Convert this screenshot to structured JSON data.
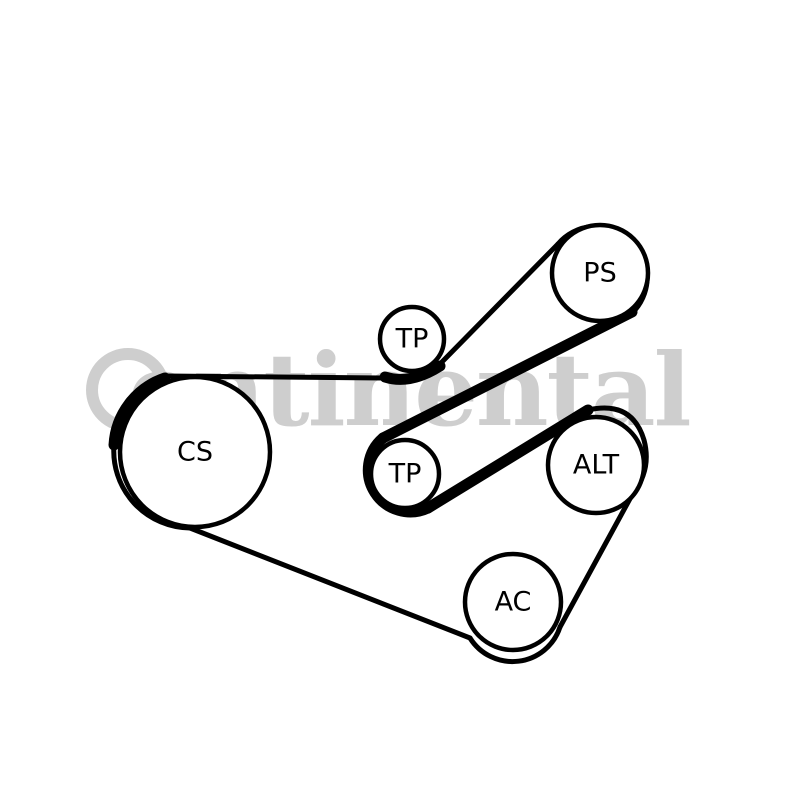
{
  "watermark": {
    "text": "ontinental",
    "color": "#c9c9c9"
  },
  "belt_color": "#000000",
  "pulleys": [
    {
      "id": "cs",
      "label": "CS"
    },
    {
      "id": "tp1",
      "label": "TP"
    },
    {
      "id": "ps",
      "label": "PS"
    },
    {
      "id": "tp2",
      "label": "TP"
    },
    {
      "id": "alt",
      "label": "ALT"
    },
    {
      "id": "ac",
      "label": "AC"
    }
  ]
}
